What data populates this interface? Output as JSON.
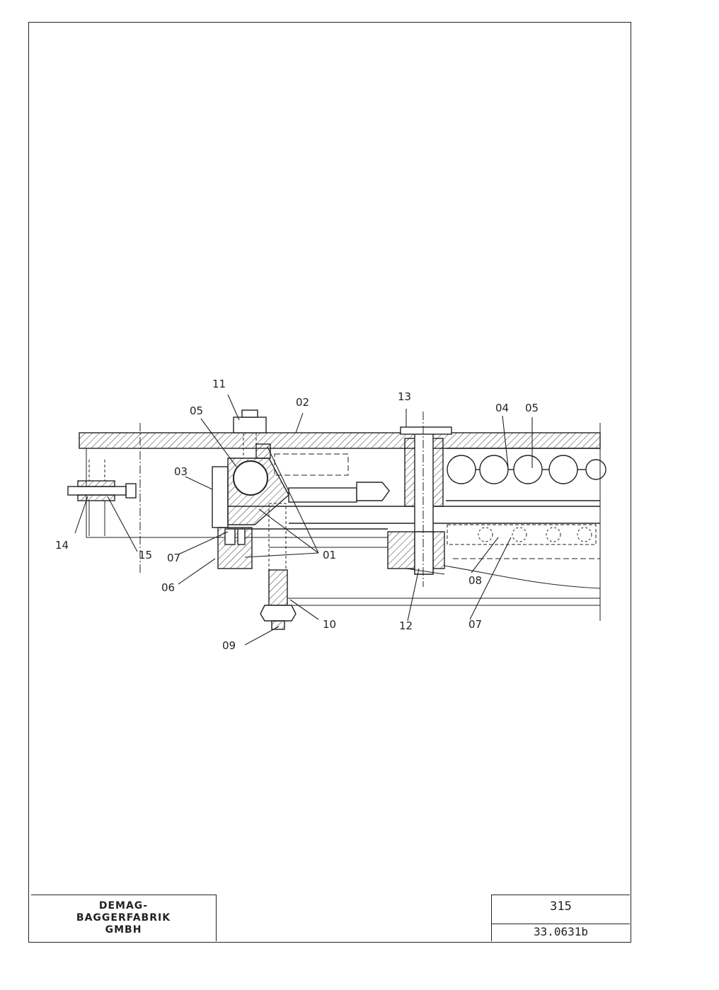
{
  "title_block": {
    "company_lines": [
      "DEMAG-",
      "BAGGERFABRIK",
      "GMBH"
    ],
    "sheet_number": "315",
    "drawing_number": "33.0631b"
  },
  "part_labels": [
    {
      "id": "label-11",
      "text": "11"
    },
    {
      "id": "label-05-left",
      "text": "05"
    },
    {
      "id": "label-02",
      "text": "02"
    },
    {
      "id": "label-13",
      "text": "13"
    },
    {
      "id": "label-04",
      "text": "04"
    },
    {
      "id": "label-05-right",
      "text": "05"
    },
    {
      "id": "label-03",
      "text": "03"
    },
    {
      "id": "label-14",
      "text": "14"
    },
    {
      "id": "label-15",
      "text": "15"
    },
    {
      "id": "label-07-left",
      "text": "07"
    },
    {
      "id": "label-01",
      "text": "01"
    },
    {
      "id": "label-06",
      "text": "06"
    },
    {
      "id": "label-08",
      "text": "08"
    },
    {
      "id": "label-10",
      "text": "10"
    },
    {
      "id": "label-12",
      "text": "12"
    },
    {
      "id": "label-07-right",
      "text": "07"
    },
    {
      "id": "label-09",
      "text": "09"
    }
  ],
  "colors": {
    "ink": "#222222",
    "paper": "#ffffff"
  }
}
